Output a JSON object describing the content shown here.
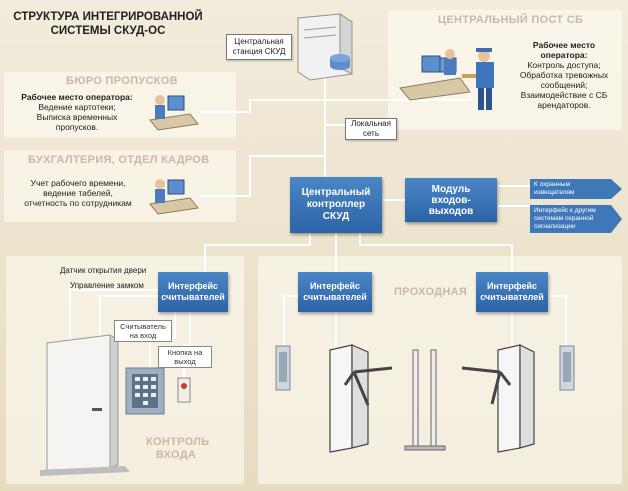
{
  "title": {
    "line1": "СТРУКТУРА ИНТЕГРИРОВАННОЙ",
    "line2": "СИСТЕМЫ СКУД-ОС"
  },
  "sections": {
    "bureau": "БЮРО ПРОПУСКОВ",
    "accounting": "БУХГАЛТЕРИЯ, ОТДЕЛ КАДРОВ",
    "central_post": "ЦЕНТРАЛЬНЫЙ ПОСТ СБ",
    "checkpoint": "ПРОХОДНАЯ",
    "entry_control": {
      "line1": "КОНТРОЛЬ",
      "line2": "ВХОДА"
    }
  },
  "central_station": {
    "line1": "Центральная",
    "line2": "станция СКУД"
  },
  "lan": {
    "line1": "Локальная",
    "line2": "сеть"
  },
  "bureau_ops": {
    "heading": "Рабочее место оператора:",
    "line1": "Ведение картотеки;",
    "line2": "Выписка временных",
    "line3": "пропусков."
  },
  "accounting_ops": {
    "line1": "Учет рабочего времени,",
    "line2": "ведение табелей,",
    "line3": "отчетность по сотрудникам"
  },
  "post_ops": {
    "heading1": "Рабочее место",
    "heading2": "оператора:",
    "line1": "Контроль доступа;",
    "line2": "Обработка тревожных",
    "line3": "сообщений;",
    "line4": "Взаимодействие с СБ",
    "line5": "арендаторов."
  },
  "controller": {
    "line1": "Центральный",
    "line2": "контроллер",
    "line3": "СКУД"
  },
  "io_module": {
    "line1": "Модуль",
    "line2": "входов-",
    "line3": "выходов"
  },
  "outputs": {
    "alarm_detectors": {
      "line1": "К охранным",
      "line2": "извещателям"
    },
    "other_systems": {
      "line1": "Интерфейс к другим",
      "line2": "системам охранной",
      "line3": "сигнализации"
    }
  },
  "reader_interface": {
    "line1": "Интерфейс",
    "line2": "считывателей"
  },
  "door": {
    "sensor": "Датчик открытия двери",
    "lock": "Управление замком",
    "reader": {
      "line1": "Считыватель",
      "line2": "на вход"
    },
    "button": {
      "line1": "Кнопка на",
      "line2": "выход"
    }
  },
  "colors": {
    "blue": "#2f68ab",
    "wire": "#ffffff",
    "section_text": "#c9b9a4"
  },
  "icons": [
    "server-icon",
    "operator-workstation-icon",
    "security-guard-icon",
    "card-reader-icon",
    "keypad-icon",
    "exit-button-icon",
    "door-icon",
    "turnstile-icon",
    "gate-icon"
  ]
}
